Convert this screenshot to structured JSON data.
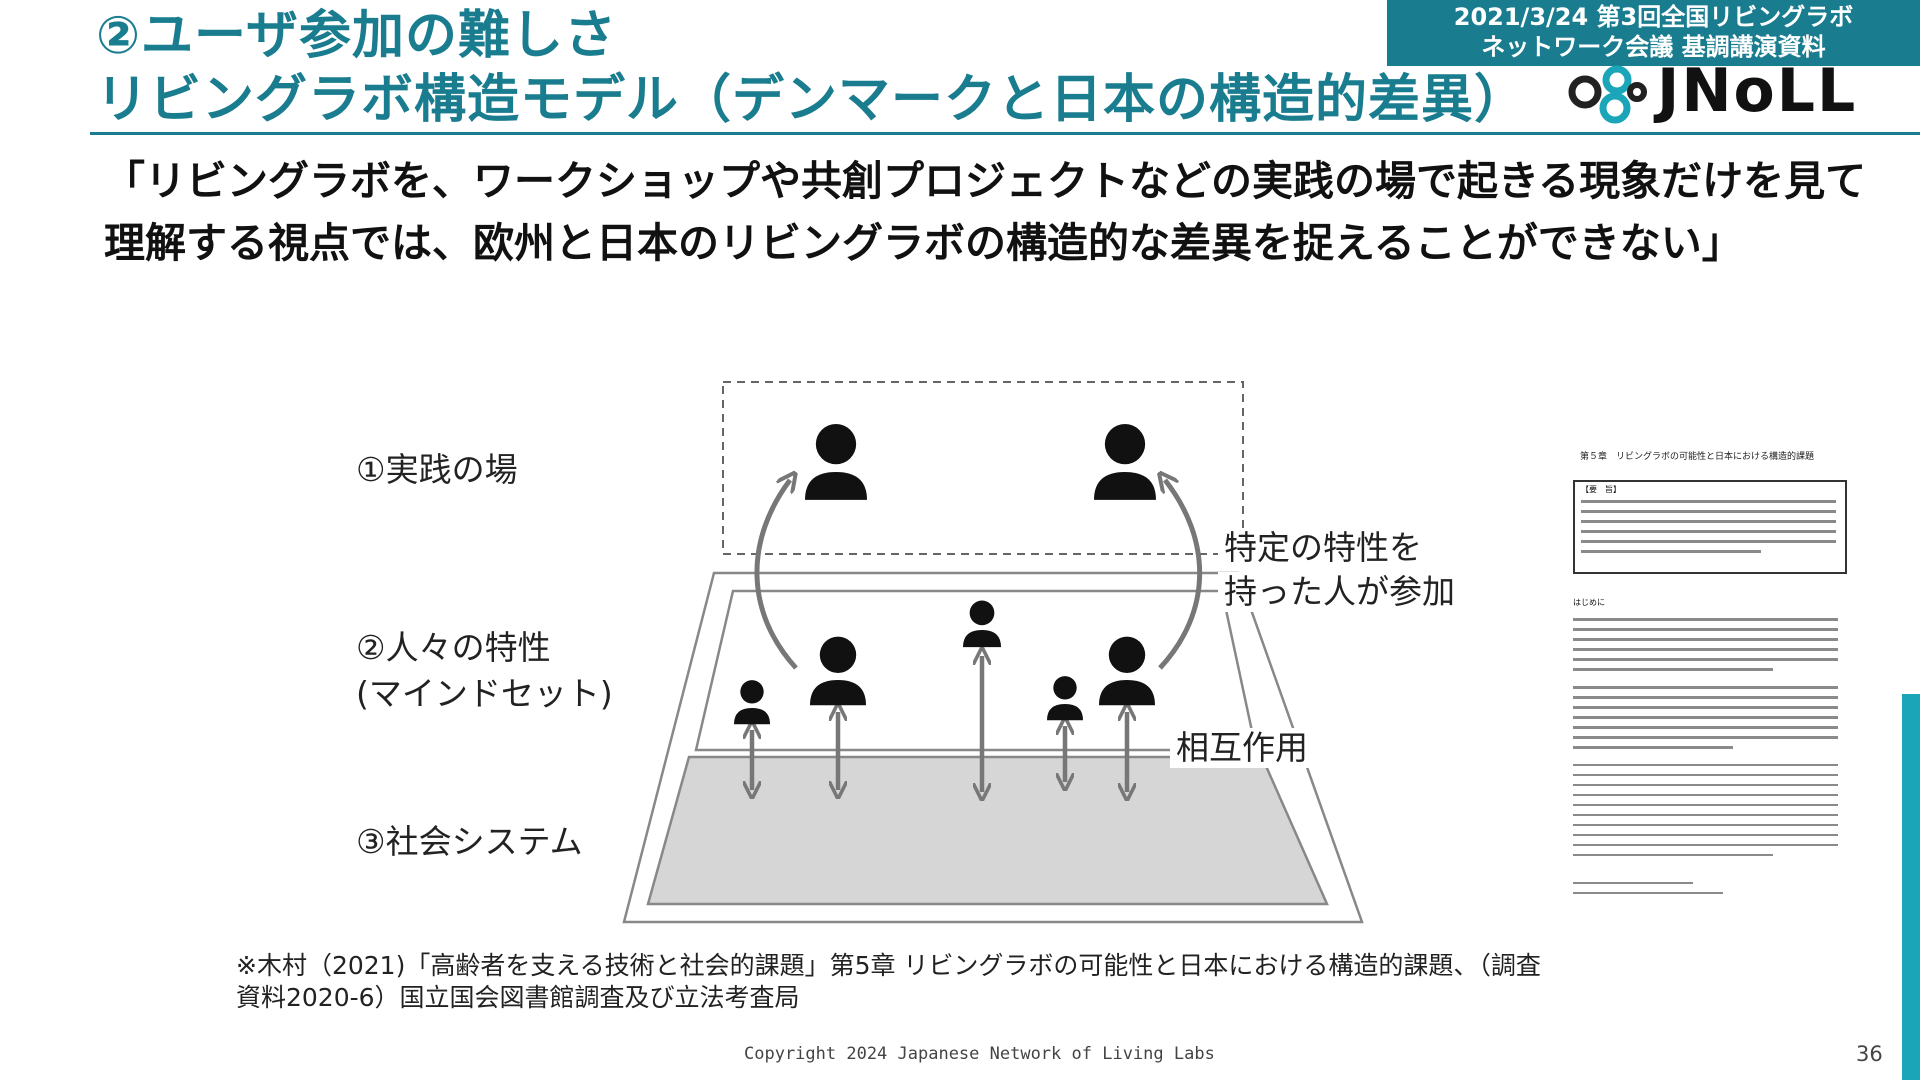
{
  "header": {
    "title_lines": [
      "②ユーザ参加の難しさ",
      "リビングラボ構造モデル（デンマークと日本の構造的差異）"
    ],
    "event_lines": [
      "2021/3/24 第3回全国リビングラボ",
      "ネットワーク会議 基調講演資料"
    ],
    "logo_text": "JNoLL",
    "colors": {
      "accent": "#1a7d8f",
      "logo_teal": "#1aa5b8"
    }
  },
  "quote": {
    "lines": [
      "「リビングラボを、ワークショップや共創プロジェクトなどの実践の場で起きる現象だけを見て",
      "理解する視点では、欧州と日本のリビングラボの構造的な差異を捉えることができない」"
    ]
  },
  "diagram": {
    "layer_labels": [
      "①実践の場",
      "②人々の特性",
      "(マインドセット)",
      "③社会システム"
    ],
    "annotation_participation": [
      "特定の特性を",
      "持った人が参加"
    ],
    "annotation_interaction": "相互作用",
    "icons": [
      "person-icon",
      "up-arrow-icon",
      "double-arrow-icon"
    ]
  },
  "thumbnail": {
    "title": "第５章　リビングラボの可能性と日本における構造的課題",
    "abstract_label": "【要　旨】",
    "intro_label": "はじめに"
  },
  "footnote": {
    "lines": [
      "※木村（2021)「高齢者を支える技術と社会的課題」第5章  リビングラボの可能性と日本における構造的課題、（調査",
      "資料2020-6）国立国会図書館調査及び立法考査局"
    ]
  },
  "footer": {
    "copyright": "Copyright 2024  Japanese Network of Living Labs",
    "page_number": "36"
  }
}
